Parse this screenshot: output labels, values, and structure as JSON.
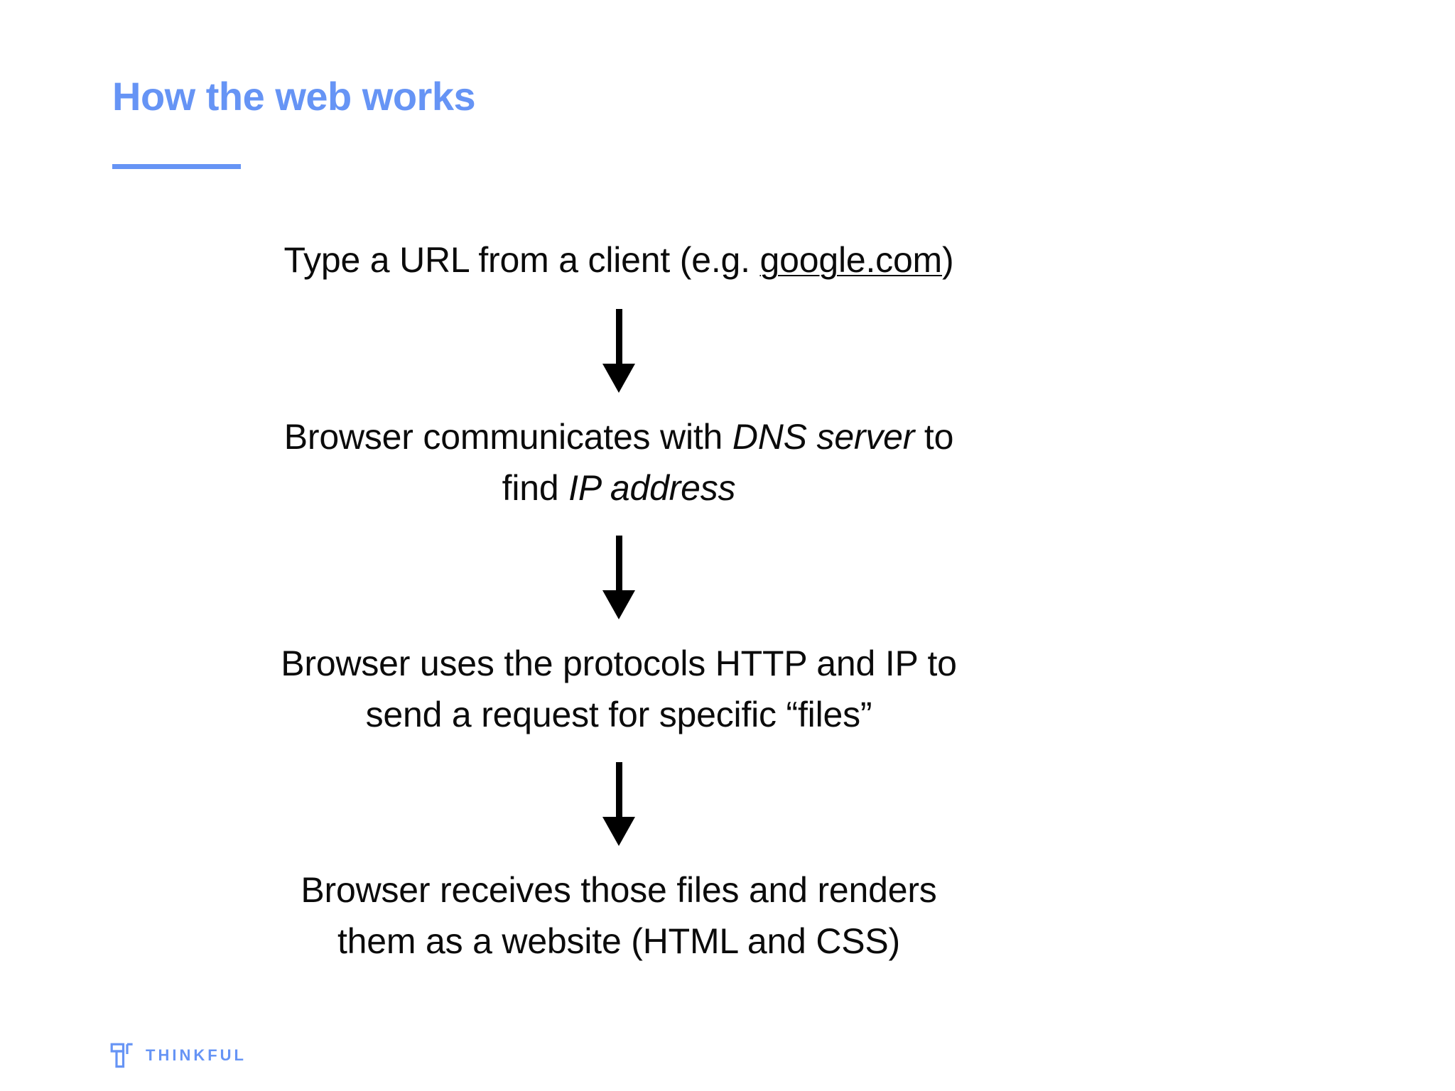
{
  "slide": {
    "title": "How the web works",
    "accent_color": "#6694f5",
    "text_color": "#0b0b0b",
    "background_color": "#ffffff"
  },
  "flow": {
    "steps": [
      {
        "id": "step-type-url",
        "segments": [
          {
            "text": "Type a URL from a client (e.g. ",
            "style": "normal"
          },
          {
            "text": "google.com",
            "style": "underline"
          },
          {
            "text": ")",
            "style": "normal"
          }
        ],
        "plain": "Type a URL from a client (e.g. google.com)"
      },
      {
        "id": "step-dns-lookup",
        "segments": [
          {
            "text": "Browser communicates with ",
            "style": "normal"
          },
          {
            "text": "DNS server",
            "style": "italic"
          },
          {
            "text": " to find ",
            "style": "normal"
          },
          {
            "text": "IP address",
            "style": "italic"
          }
        ],
        "plain": "Browser communicates with DNS server to find IP address"
      },
      {
        "id": "step-http-request",
        "segments": [
          {
            "text": "Browser uses the protocols HTTP and IP to send a request for specific “files”",
            "style": "normal"
          }
        ],
        "plain": "Browser uses the protocols HTTP and IP to send a request for specific “files”"
      },
      {
        "id": "step-render",
        "segments": [
          {
            "text": "Browser receives those files and renders them as a website (HTML and CSS)",
            "style": "normal"
          }
        ],
        "plain": "Browser receives those files and renders them as a website (HTML and CSS)"
      }
    ],
    "arrows": [
      {
        "id": "arrow-1",
        "icon": "arrow-down-icon",
        "direction": "down"
      },
      {
        "id": "arrow-2",
        "icon": "arrow-down-icon",
        "direction": "down"
      },
      {
        "id": "arrow-3",
        "icon": "arrow-down-icon",
        "direction": "down"
      }
    ]
  },
  "brand": {
    "mark_icon": "thinkful-t-mark-icon",
    "wordmark": "THINKFUL",
    "color": "#6694f5"
  }
}
